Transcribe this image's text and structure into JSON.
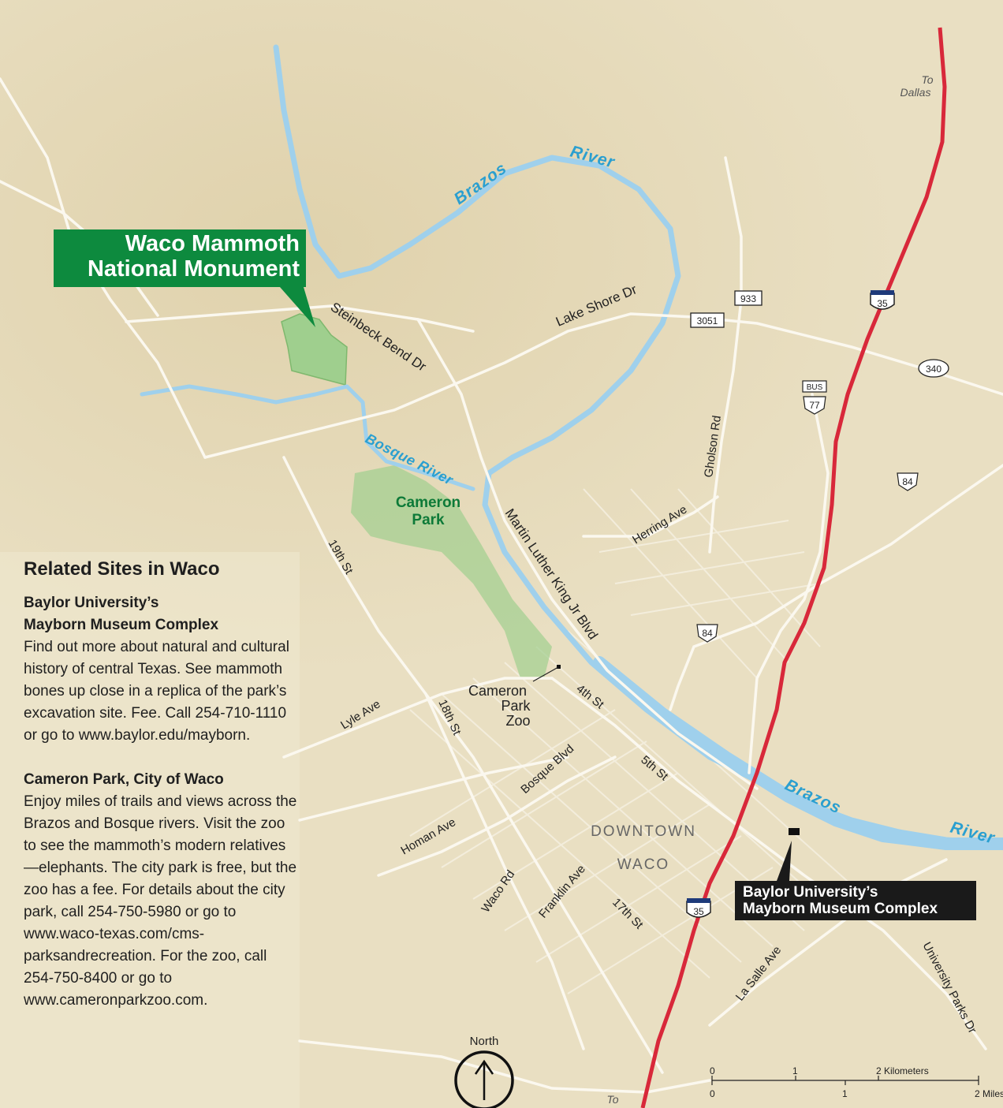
{
  "map": {
    "monument_label_line1": "Waco Mammoth",
    "monument_label_line2": "National Monument",
    "mayborn_label_line1": "Baylor University’s",
    "mayborn_label_line2": "Mayborn Museum Complex",
    "cameron_park_line1": "Cameron",
    "cameron_park_line2": "Park",
    "zoo_line1": "Cameron",
    "zoo_line2": "Park",
    "zoo_line3": "Zoo",
    "downtown_line1": "DOWNTOWN",
    "downtown_line2": "WACO",
    "to_dallas_line1": "To",
    "to_dallas_line2": "Dallas",
    "to_south": "To",
    "north_label": "North",
    "rivers": {
      "brazos_1": "Brazos",
      "river_1": "River",
      "bosque": "Bosque River",
      "brazos_2": "Brazos",
      "river_2": "River"
    },
    "roads": {
      "steinbeck": "Steinbeck Bend Dr",
      "lake_shore": "Lake Shore Dr",
      "mlk": "Martin Luther King Jr Blvd",
      "gholson": "Gholson Rd",
      "herring": "Herring Ave",
      "nineteenth": "19th St",
      "eighteenth": "18th St",
      "lyle": "Lyle Ave",
      "fourth": "4th St",
      "fifth": "5th St",
      "bosque_blvd": "Bosque Blvd",
      "homan": "Homan Ave",
      "waco_rd": "Waco Rd",
      "franklin": "Franklin Ave",
      "seventeenth": "17th St",
      "la_salle": "La Salle Ave",
      "university_parks": "University Parks Dr"
    },
    "shields": {
      "i35_north": "35",
      "i35_south": "35",
      "fm933": "933",
      "fm3051": "3051",
      "sh340": "340",
      "bus_label": "BUS",
      "us77": "77",
      "us84_east": "84",
      "us84_central": "84"
    },
    "scale": {
      "km_zero": "0",
      "km_one": "1",
      "km_two": "2 Kilometers",
      "mi_zero": "0",
      "mi_one": "1",
      "mi_two": "2 Miles"
    },
    "colors": {
      "land": "#e9dfc2",
      "river": "#9fd0ec",
      "river_label": "#2a9fd0",
      "park": "#9fcf8e",
      "interstate": "#d8283a",
      "monument_callout": "#0d8a3e",
      "mayborn_callout": "#1a1a1a"
    }
  },
  "sites": {
    "heading": "Related Sites in Waco",
    "mayborn": {
      "title_line1": "Baylor University’s",
      "title_line2": "Mayborn Museum Complex",
      "body": "Find out more about natural and cultural history of central Texas. See mammoth bones up close in a replica of the park’s excavation site. Fee. Call 254-710-1110 or go to www.baylor.edu/mayborn."
    },
    "cameron": {
      "title": "Cameron Park, City of Waco",
      "body": "Enjoy miles of trails and views across the Brazos and Bosque rivers. Visit the zoo to see the mammoth’s modern relatives—elephants. The city park is free, but the zoo has a fee. For details about the city park, call 254-750-5980 or go to www.waco-texas.com/cms-parksandrecreation. For the zoo, call 254-750-8400 or go to www.cameronparkzoo.com."
    }
  }
}
